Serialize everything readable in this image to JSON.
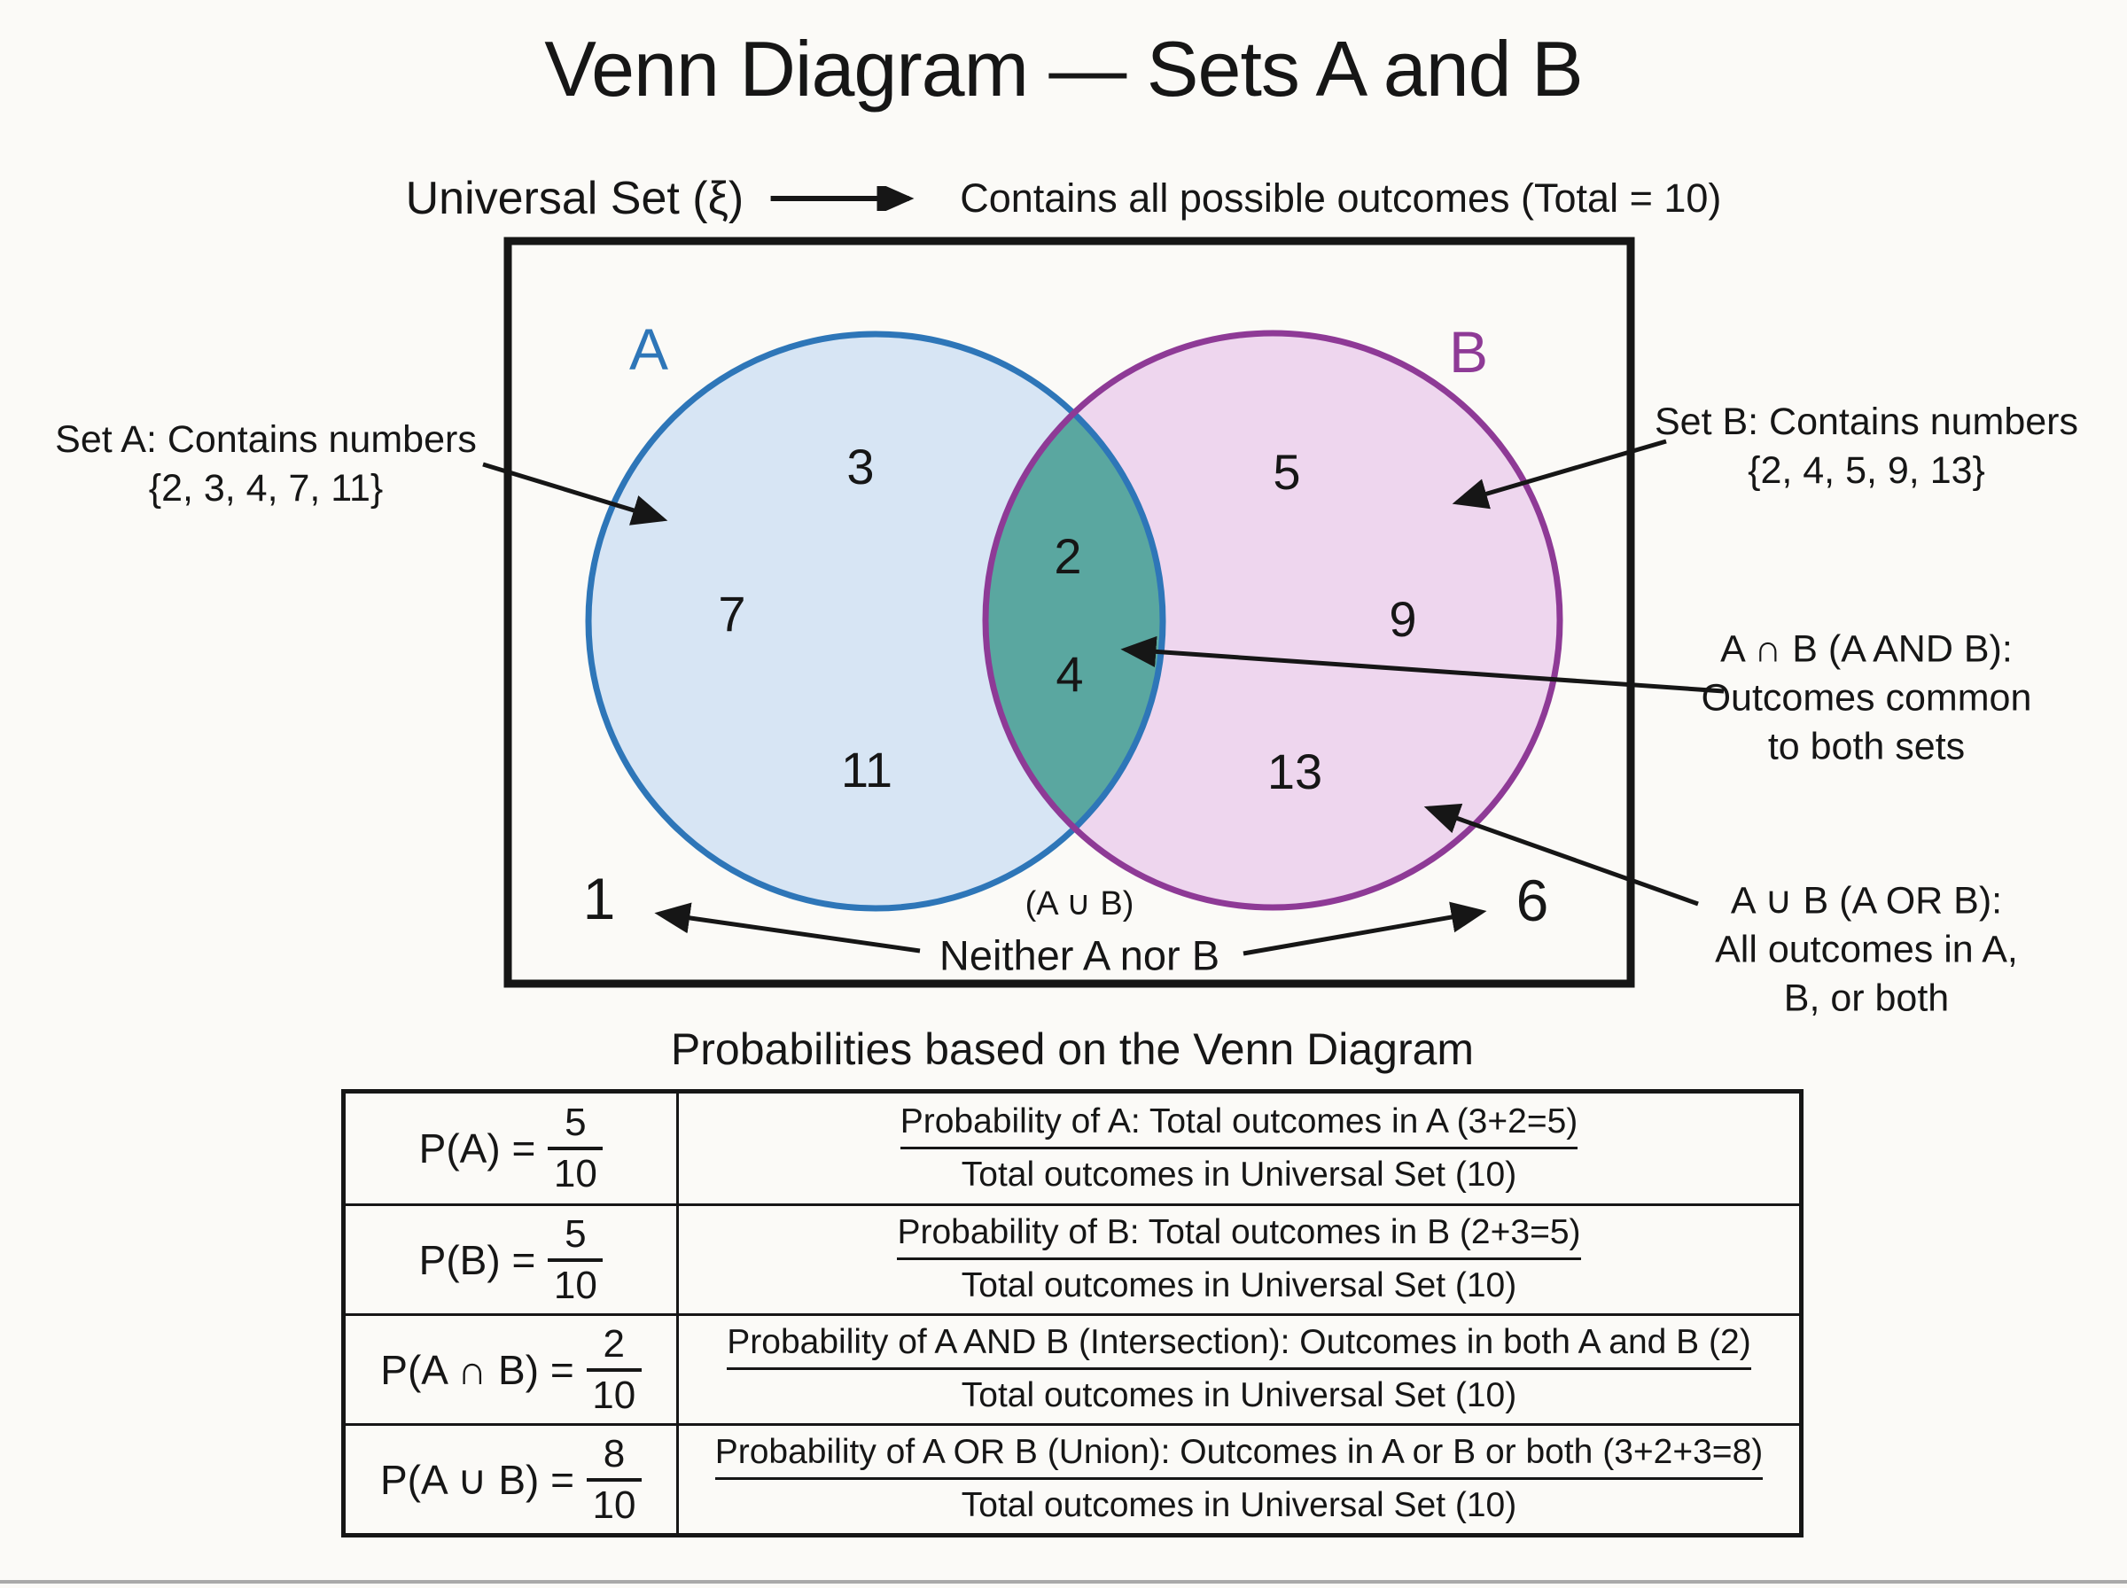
{
  "title": "Venn Diagram — Sets A and B",
  "subtitle": {
    "left": "Universal Set (ξ)",
    "right": "Contains all possible outcomes (Total = 10)"
  },
  "venn": {
    "label_a": "A",
    "label_b": "B",
    "regions": {
      "a_only": [
        "3",
        "7",
        "11"
      ],
      "intersection": [
        "2",
        "4"
      ],
      "b_only": [
        "5",
        "9",
        "13"
      ],
      "neither": [
        "1",
        "6"
      ]
    }
  },
  "annotations": {
    "set_a": {
      "line1": "Set A: Contains numbers",
      "line2": "{2, 3, 4, 7, 11}"
    },
    "set_b": {
      "line1": "Set B: Contains numbers",
      "line2": "{2, 4, 5, 9, 13}"
    },
    "intersection": {
      "line1": "A ∩ B (A AND B):",
      "line2": "Outcomes common",
      "line3": "to both sets"
    },
    "union": {
      "line1": "A ∪ B (A OR B):",
      "line2": "All outcomes in A,",
      "line3": "B, or both"
    },
    "neither": {
      "line1": "(A ∪ B)",
      "line2": "Neither A nor B"
    }
  },
  "table": {
    "heading": "Probabilities based on the Venn Diagram",
    "rows": [
      {
        "label": "P(A) =",
        "num": "5",
        "den": "10",
        "desc_num": "Probability of A: Total outcomes in A (3+2=5)",
        "desc_den": "Total outcomes in Universal Set (10)"
      },
      {
        "label": "P(B) =",
        "num": "5",
        "den": "10",
        "desc_num": "Probability of B: Total outcomes in B (2+3=5)",
        "desc_den": "Total outcomes in Universal Set (10)"
      },
      {
        "label": "P(A ∩ B) =",
        "num": "2",
        "den": "10",
        "desc_num": "Probability of A AND B (Intersection): Outcomes in both A and B (2)",
        "desc_den": "Total outcomes in Universal Set (10)"
      },
      {
        "label": "P(A ∪ B) =",
        "num": "8",
        "den": "10",
        "desc_num": "Probability of A OR B (Union): Outcomes in A or B or both (3+2+3=8)",
        "desc_den": "Total outcomes in Universal Set (10)"
      }
    ]
  },
  "colors": {
    "circle_a_fill": "#d7e5f4",
    "circle_a_stroke": "#2e76b8",
    "circle_b_fill": "#eed6ee",
    "circle_b_stroke": "#8e3a96",
    "intersection_fill": "#5aa7a0",
    "text": "#161616"
  }
}
